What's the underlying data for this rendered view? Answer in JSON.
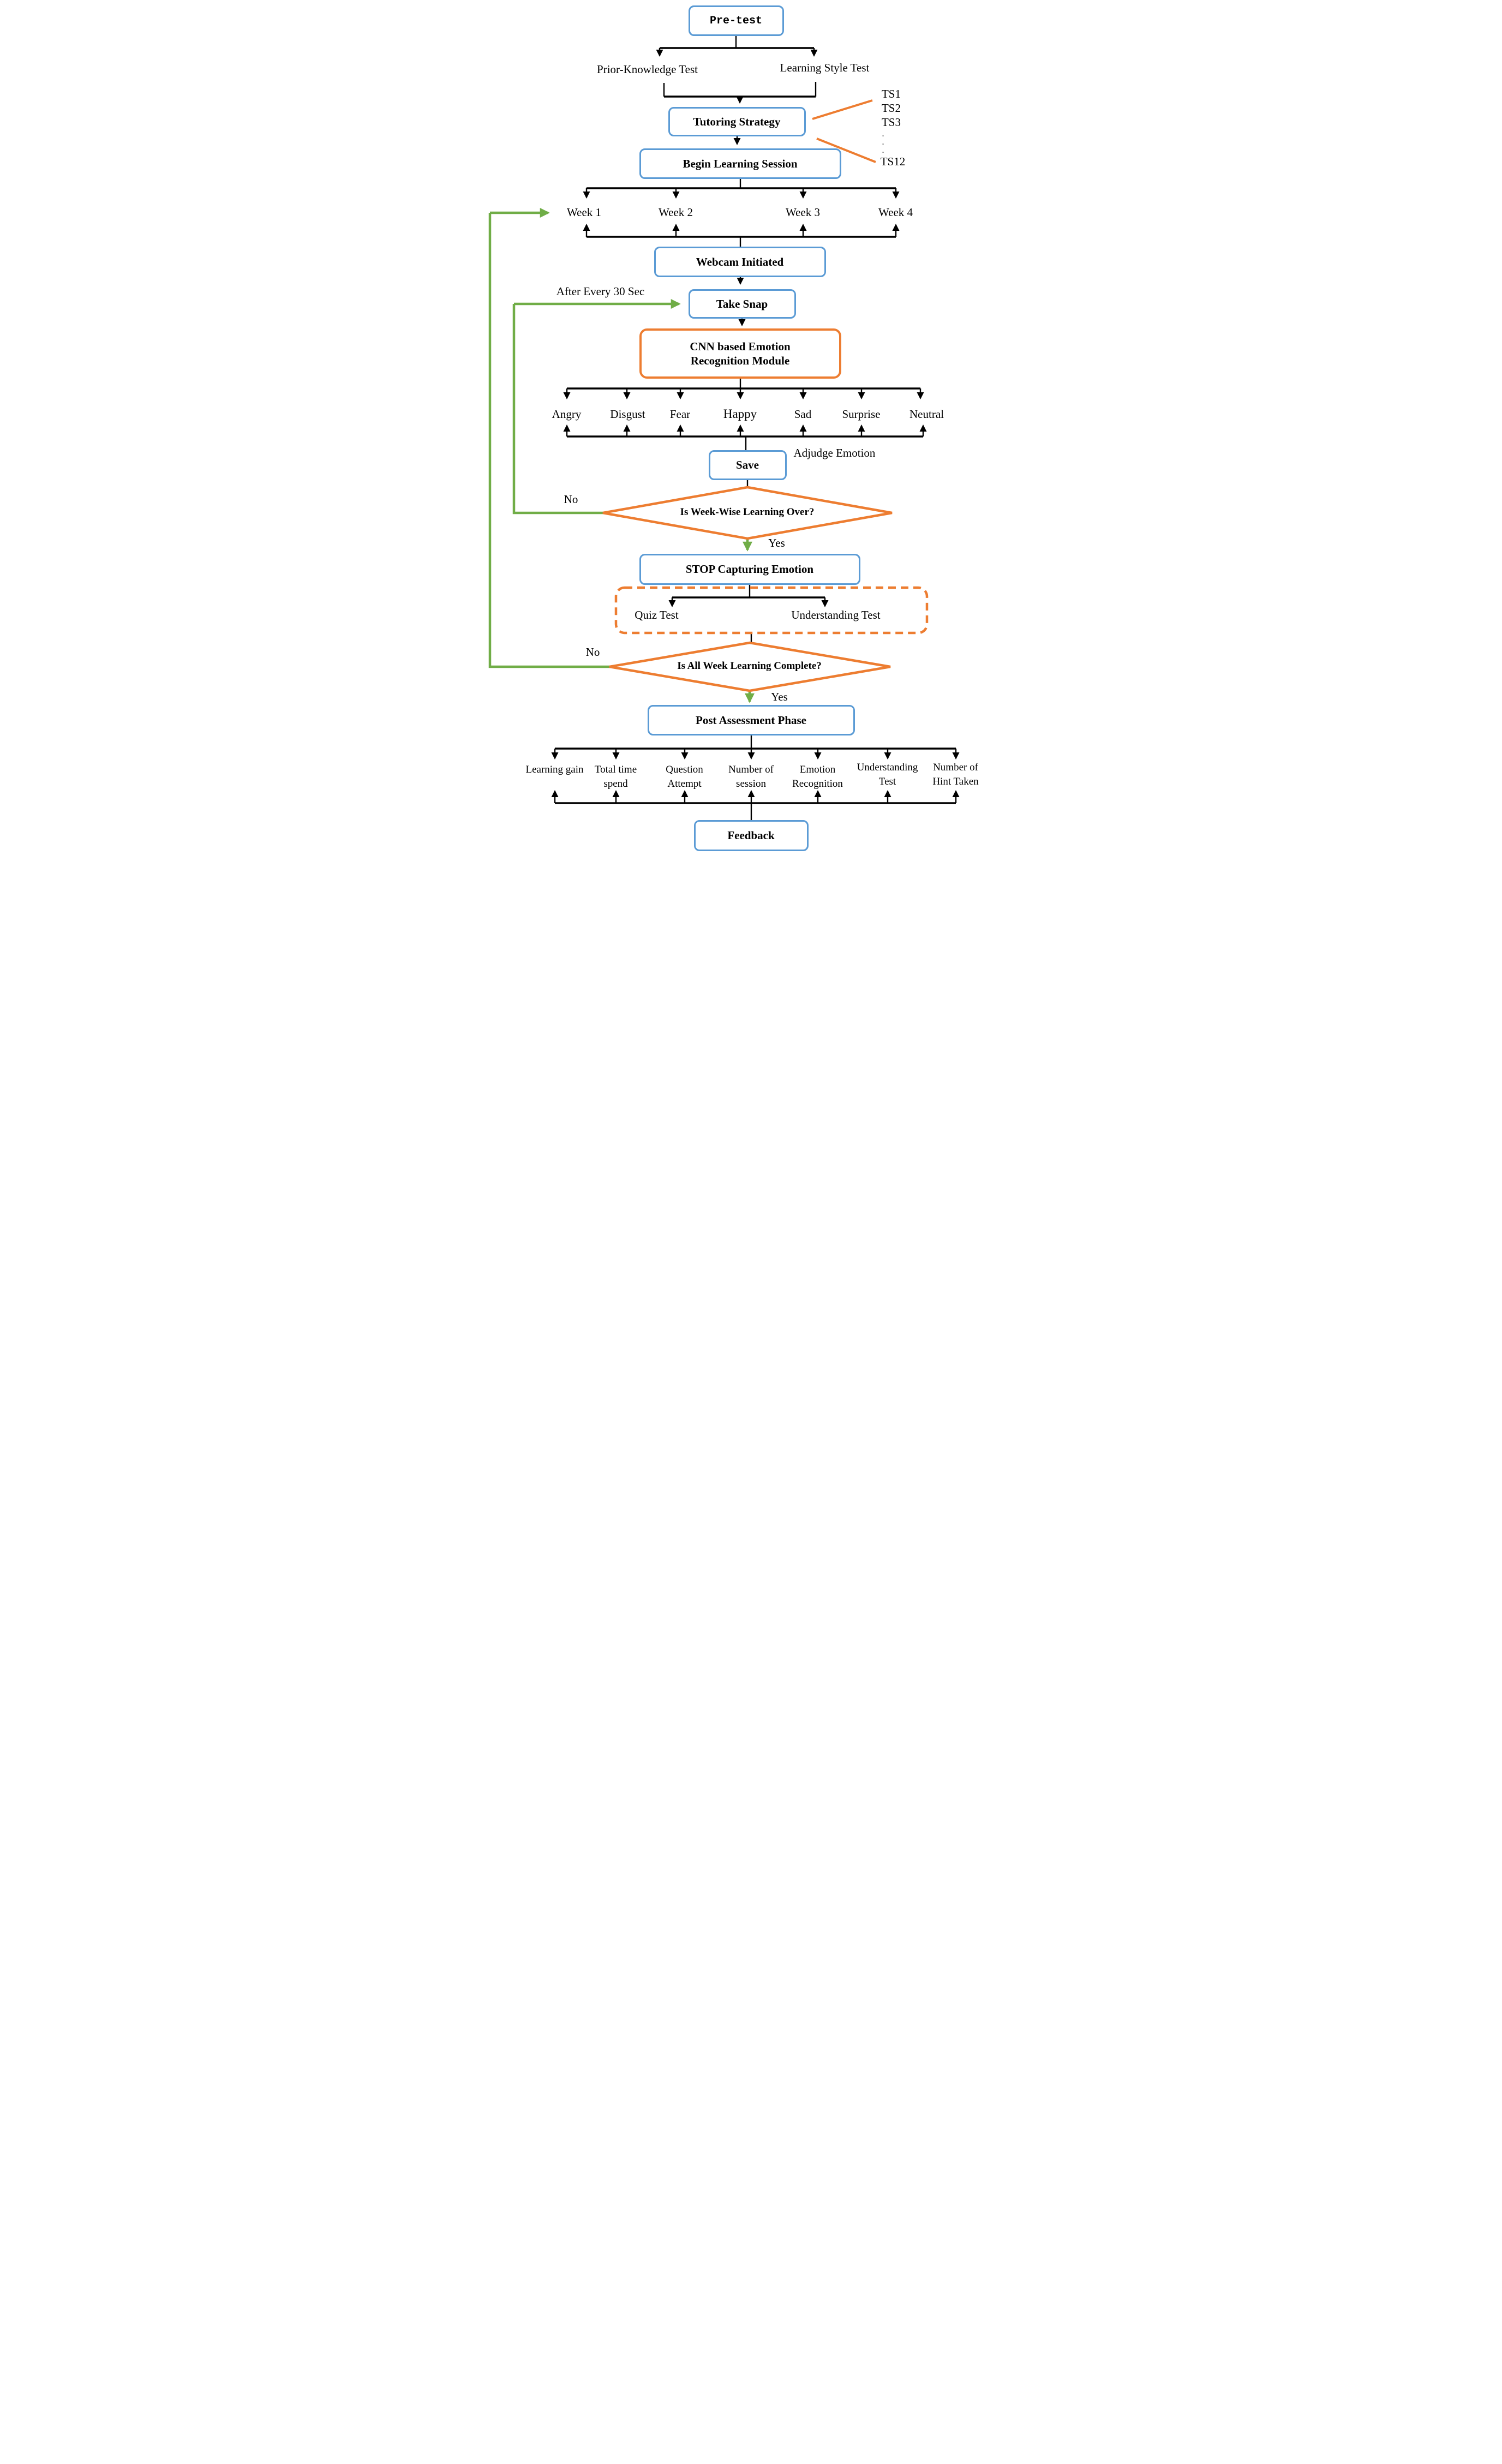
{
  "colors": {
    "box_blue": "#5B9BD5",
    "accent_orange": "#ED7D31",
    "loop_green": "#70AD47",
    "line_black": "#000000"
  },
  "nodes": {
    "pretest": "Pre-test",
    "prior_knowledge": "Prior-Knowledge Test",
    "learning_style": "Learning Style Test",
    "tutoring": "Tutoring Strategy",
    "begin": "Begin Learning Session",
    "webcam": "Webcam Initiated",
    "take_snap": "Take Snap",
    "cnn_l1": "CNN based Emotion",
    "cnn_l2": "Recognition Module",
    "save": "Save",
    "stop": "STOP Capturing Emotion",
    "post": "Post Assessment Phase",
    "feedback": "Feedback"
  },
  "decisions": {
    "d1": "Is Week-Wise Learning Over?",
    "d2": "Is All Week Learning Complete?"
  },
  "annotations": {
    "after_every": "After Every 30 Sec",
    "adjudge": "Adjudge Emotion",
    "no1": "No",
    "yes1": "Yes",
    "no2": "No",
    "yes2": "Yes",
    "quiz": "Quiz Test",
    "understanding": "Understanding Test"
  },
  "ts": {
    "t1": "TS1",
    "t2": "TS2",
    "t3": "TS3",
    "dots": ".\n.\n.",
    "t12": "TS12"
  },
  "weeks": [
    "Week 1",
    "Week 2",
    "Week 3",
    "Week 4"
  ],
  "emotions": [
    "Angry",
    "Disgust",
    "Fear",
    "Happy",
    "Sad",
    "Surprise",
    "Neutral"
  ],
  "metrics": [
    {
      "l1": "Learning gain",
      "l2": ""
    },
    {
      "l1": "Total time",
      "l2": "spend"
    },
    {
      "l1": "Question",
      "l2": "Attempt"
    },
    {
      "l1": "Number of",
      "l2": "session"
    },
    {
      "l1": "Emotion",
      "l2": "Recognition"
    },
    {
      "l1": "Understanding",
      "l2": "Test"
    },
    {
      "l1": "Number of",
      "l2": "Hint Taken"
    }
  ]
}
